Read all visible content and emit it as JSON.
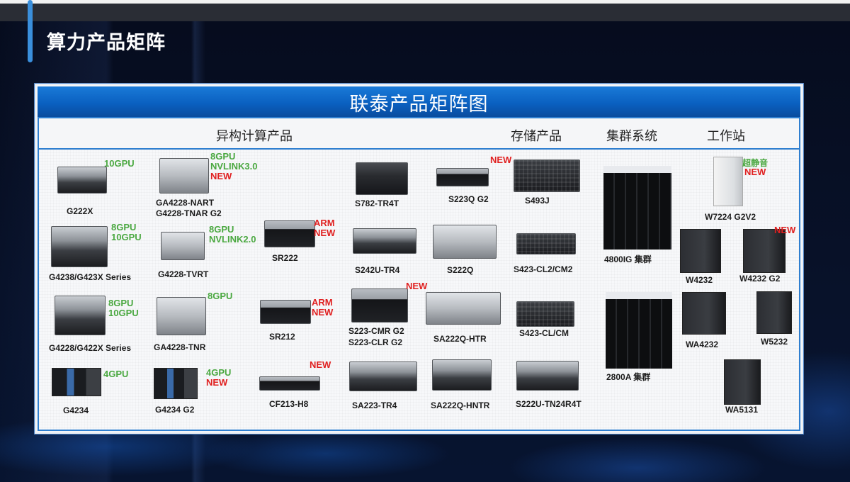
{
  "slide": {
    "title": "算力产品矩阵"
  },
  "matrix": {
    "title": "联泰产品矩阵图",
    "categories": [
      {
        "label": "异构计算产品"
      },
      {
        "label": "存储产品"
      },
      {
        "label": "集群系统"
      },
      {
        "label": "工作站"
      }
    ],
    "heterogeneous": [
      {
        "name": "G222X",
        "tags": [
          {
            "text": "10GPU",
            "color": "green"
          }
        ]
      },
      {
        "name": "GA4228-NART",
        "name2": "G4228-TNAR G2",
        "tags": [
          {
            "text": "8GPU",
            "color": "green"
          },
          {
            "text": "NVLINK3.0",
            "color": "green"
          },
          {
            "text": "NEW",
            "color": "red"
          }
        ]
      },
      {
        "name": "G4238/G423X Series",
        "tags": [
          {
            "text": "8GPU",
            "color": "green"
          },
          {
            "text": "10GPU",
            "color": "green"
          }
        ]
      },
      {
        "name": "G4228-TVRT",
        "tags": [
          {
            "text": "8GPU",
            "color": "green"
          },
          {
            "text": "NVLINK2.0",
            "color": "green"
          }
        ]
      },
      {
        "name": "SR222",
        "tags": [
          {
            "text": "ARM",
            "color": "red"
          },
          {
            "text": "NEW",
            "color": "red"
          }
        ]
      },
      {
        "name": "G4228/G422X Series",
        "tags": [
          {
            "text": "8GPU",
            "color": "green"
          },
          {
            "text": "10GPU",
            "color": "green"
          }
        ]
      },
      {
        "name": "GA4228-TNR",
        "tags": [
          {
            "text": "8GPU",
            "color": "green"
          }
        ]
      },
      {
        "name": "SR212",
        "tags": [
          {
            "text": "ARM",
            "color": "red"
          },
          {
            "text": "NEW",
            "color": "red"
          }
        ]
      },
      {
        "name": "G4234",
        "tags": [
          {
            "text": "4GPU",
            "color": "green"
          }
        ]
      },
      {
        "name": "G4234 G2",
        "tags": [
          {
            "text": "4GPU",
            "color": "green"
          },
          {
            "text": "NEW",
            "color": "red"
          }
        ]
      },
      {
        "name": "CF213-H8",
        "tags": [
          {
            "text": "NEW",
            "color": "red"
          }
        ]
      }
    ],
    "storage": [
      {
        "name": "S782-TR4T"
      },
      {
        "name": "S223Q G2",
        "tags": [
          {
            "text": "NEW",
            "color": "red"
          }
        ]
      },
      {
        "name": "S493J"
      },
      {
        "name": "S242U-TR4"
      },
      {
        "name": "S222Q"
      },
      {
        "name": "S423-CL2/CM2"
      },
      {
        "name": "S223-CMR G2",
        "name2": "S223-CLR G2",
        "tags": [
          {
            "text": "NEW",
            "color": "red"
          }
        ]
      },
      {
        "name": "SA222Q-HTR"
      },
      {
        "name": "S423-CL/CM"
      },
      {
        "name": "SA223-TR4"
      },
      {
        "name": "SA222Q-HNTR"
      },
      {
        "name": "S222U-TN24R4T"
      }
    ],
    "cluster": [
      {
        "name": "4800IG 集群"
      },
      {
        "name": "2800A 集群"
      }
    ],
    "workstation": [
      {
        "name": "W7224 G2V2",
        "tags": [
          {
            "text": "超静音",
            "color": "green"
          },
          {
            "text": "NEW",
            "color": "red"
          }
        ]
      },
      {
        "name": "W4232"
      },
      {
        "name": "W4232  G2",
        "tags": [
          {
            "text": "NEW",
            "color": "red"
          }
        ]
      },
      {
        "name": "WA4232"
      },
      {
        "name": "W5232"
      },
      {
        "name": "WA5131"
      }
    ]
  },
  "colors": {
    "accent_bar": "#3a8fdc",
    "header_blue": "#0a60c0",
    "tag_green": "#4aa840",
    "tag_red": "#e02020"
  }
}
